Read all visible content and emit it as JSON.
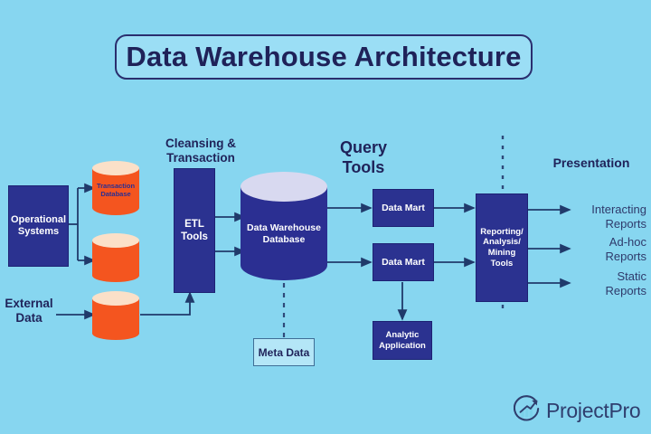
{
  "page": {
    "title": "Data Warehouse Architecture",
    "background_color": "#87d6f0",
    "accent_navy": "#2b3290",
    "accent_orange": "#f4551f"
  },
  "sections": {
    "cleansing": "Cleansing &\nTransaction",
    "query": "Query\nTools",
    "presentation": "Presentation"
  },
  "sources": {
    "operational_systems": "Operational\nSystems",
    "external_data": "External\nData",
    "transaction_database": "Transaction\nDatabase"
  },
  "etl": {
    "label": "ETL\nTools"
  },
  "warehouse": {
    "label": "Data Warehouse\nDatabase"
  },
  "meta": {
    "label": "Meta Data"
  },
  "marts": [
    {
      "label": "Data Mart"
    },
    {
      "label": "Data Mart"
    }
  ],
  "analytic": {
    "label": "Analytic\nApplication"
  },
  "reporting": {
    "label": "Reporting/\nAnalysis/\nMining\nTools"
  },
  "outputs": [
    {
      "label": "Interacting\nReports"
    },
    {
      "label": "Ad-hoc\nReports"
    },
    {
      "label": "Static\nReports"
    }
  ],
  "logo": {
    "text": "ProjectPro"
  }
}
